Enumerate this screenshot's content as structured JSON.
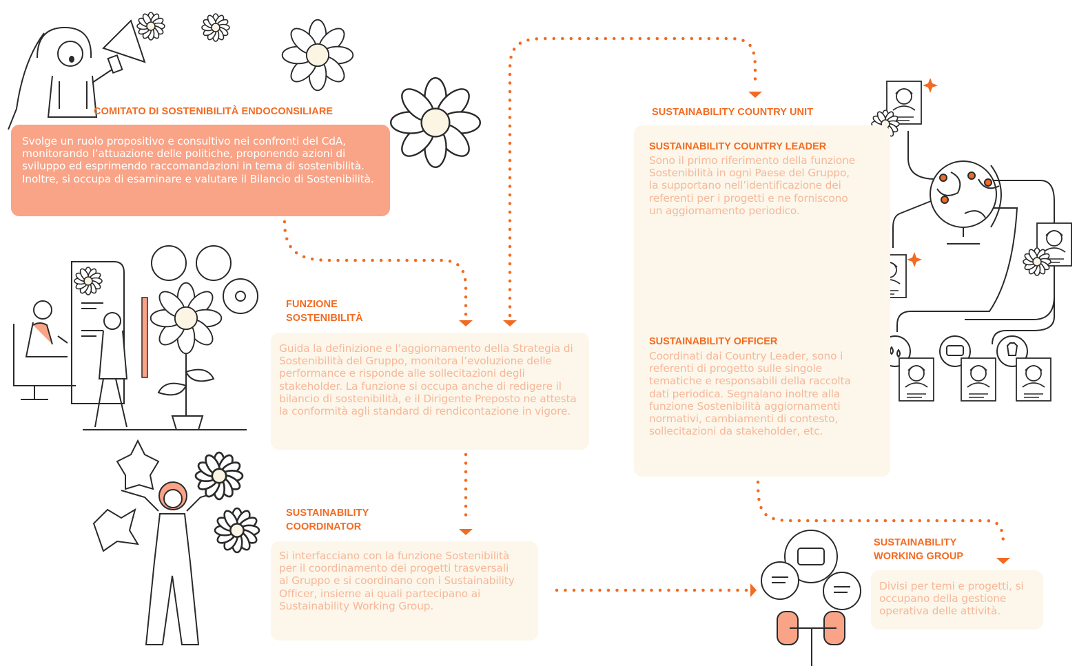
{
  "comitato": {
    "title": "COMITATO DI SOSTENIBILITÀ ENDOCONSILIARE",
    "body": "Svolge un ruolo propositivo e consultivo nei confronti del CdA, monitorando l’attuazione delle politiche, proponendo azioni di sviluppo ed esprimendo raccomandazioni in tema di sostenibilità. Inoltre, si occupa di esaminare e valutare il Bilancio di Sostenibilità."
  },
  "funzione": {
    "title": "FUNZIONE\nSOSTENIBILITÀ",
    "body": "Guida la definizione e l’aggiornamento della Strategia di Sostenibilità del Gruppo, monitora l’evoluzione delle performance e risponde alle sollecitazioni degli stakeholder. La funzione si occupa anche di redigere il bilancio di sostenibilità, e il Dirigente Preposto ne attesta la conformità agli standard di rendicontazione in vigore."
  },
  "coordinator": {
    "title": "SUSTAINABILITY\nCOORDINATOR",
    "body": "Si interfacciano con la funzione Sostenibilità per il coordinamento dei progetti trasversali al Gruppo e si coordinano con i Sustainability Officer, insieme ai quali partecipano ai Sustainability Working Group."
  },
  "country_unit": {
    "title": "SUSTAINABILITY COUNTRY UNIT",
    "leader_title": "SUSTAINABILITY COUNTRY LEADER",
    "leader_body": "Sono il primo riferimento della funzione Sostenibilità in ogni Paese del Gruppo, la supportano nell’identificazione dei referenti per i progetti e ne forniscono un aggiornamento periodico.",
    "officer_title": "SUSTAINABILITY OFFICER",
    "officer_body": "Coordinati dai Country Leader, sono i referenti di progetto sulle singole tematiche e responsabili della raccolta dati periodica. Segnalano inoltre alla funzione Sostenibilità aggiornamenti normativi, cambiamenti di contesto, sollecitazioni da stakeholder, etc."
  },
  "working_group": {
    "title": "SUSTAINABILITY\nWORKING GROUP",
    "body": "Divisi per temi e progetti, si occupano della gestione operativa delle attività."
  },
  "colors": {
    "accent": "#f26b22",
    "salmon": "#f9a387",
    "cream": "#fcf7ea",
    "body_text": "#f7b79a",
    "line": "#2a2a2a"
  }
}
